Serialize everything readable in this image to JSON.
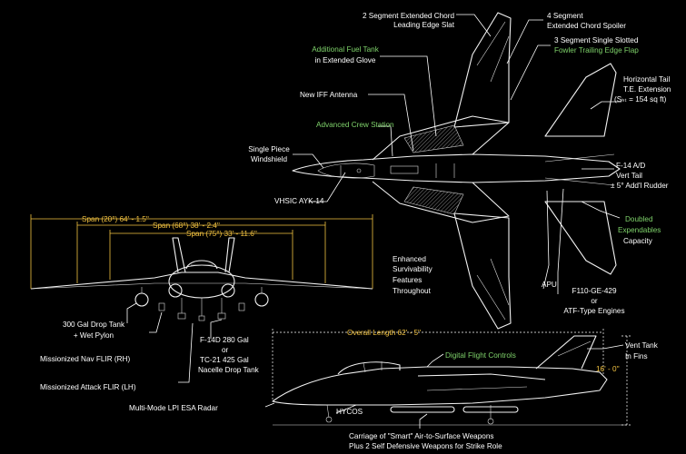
{
  "colors": {
    "background": "#000000",
    "label_white": "#ffffff",
    "label_green": "#7fd36b",
    "label_gold": "#f3c341"
  },
  "callouts": {
    "leading_edge_slat": [
      "2 Segment Extended Chord",
      "Leading Edge Slat"
    ],
    "spoiler": [
      "4 Segment",
      "Extended Chord Spoiler"
    ],
    "trailing_edge_flap_line1": "3 Segment Single Slotted",
    "trailing_edge_flap_line2": "Fowler Trailing Edge Flap",
    "fuel_tank": [
      "Additional Fuel Tank",
      "in Extended Glove"
    ],
    "iff_antenna": "New IFF Antenna",
    "horizontal_tail": [
      "Horizontal Tail",
      "T.E. Extension",
      "(Sₕₜ = 154 sq ft)"
    ],
    "crew_station": "Advanced Crew Station",
    "windshield": [
      "Single Piece",
      "Windshield"
    ],
    "vert_tail": [
      "F-14 A/D",
      "Vert Tail",
      "± 5° Add'l Rudder"
    ],
    "vhsic": "VHSIC AYK-14",
    "expendables": [
      "Doubled",
      "Expendables",
      "Capacity"
    ],
    "survivability": [
      "Enhanced",
      "Survivability",
      "Features",
      "Throughout"
    ],
    "apu": "APU",
    "engines": [
      "F110-GE-429",
      "or",
      "ATF-Type Engines"
    ],
    "drop_tank_300": [
      "300 Gal Drop Tank",
      "+ Wet Pylon"
    ],
    "nacelle_tank": [
      "F-14D 280 Gal",
      "or",
      "TC-21 425 Gal",
      "Nacelle Drop Tank"
    ],
    "nav_flir": "Missionized Nav FLIR (RH)",
    "attack_flir": "Missionized Attack FLIR (LH)",
    "radar": "Multi-Mode LPI ESA Radar",
    "hycos": "HYCOS",
    "flight_controls": "Digital Flight Controls",
    "vent_tank": [
      "Vent Tank",
      "In Fins"
    ],
    "weapons": [
      "Carriage of \"Smart\" Air-to-Surface Weapons",
      "Plus 2 Self Defensive Weapons for Strike Role"
    ]
  },
  "dimensions": {
    "span_20": "Span (20°) 64' - 1.5''",
    "span_68": "Span (68°) 38' - 2.4''",
    "span_75": "Span (75°) 33' - 11.6''",
    "overall_length": "Overall Length 62' - 5''",
    "height": "16' - 0''"
  }
}
